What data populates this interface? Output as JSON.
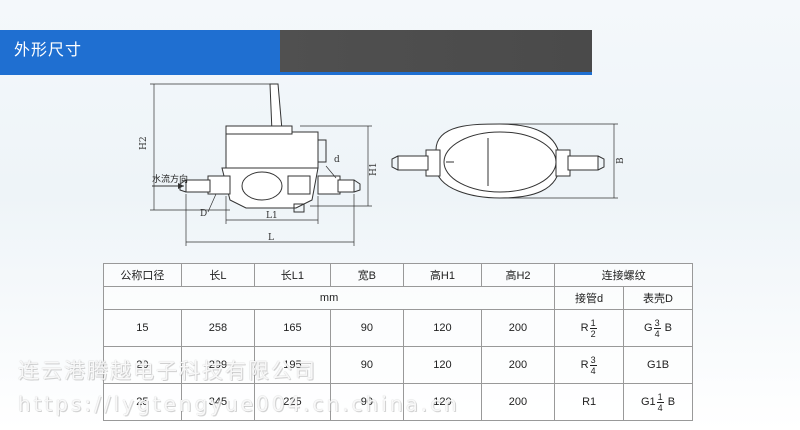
{
  "header": {
    "title": "外形尺寸"
  },
  "drawing": {
    "flow_label": "水流方向",
    "dims": {
      "H2": "H2",
      "H1": "H1",
      "L1": "L1",
      "L": "L",
      "D": "D",
      "d": "d",
      "B": "B"
    }
  },
  "table": {
    "headers": [
      "公称口径",
      "长L",
      "长L1",
      "宽B",
      "高H1",
      "高H2",
      "连接螺纹"
    ],
    "unit": "mm",
    "sub_headers": [
      "接管d",
      "表壳D"
    ],
    "rows": [
      {
        "dn": "15",
        "L": "258",
        "L1": "165",
        "B": "90",
        "H1": "120",
        "H2": "200",
        "pipe": {
          "prefix": "R",
          "num": "1",
          "den": "2",
          "suffix": ""
        },
        "case": {
          "prefix": "G",
          "num": "3",
          "den": "4",
          "suffix": "B"
        }
      },
      {
        "dn": "20",
        "L": "299",
        "L1": "195",
        "B": "90",
        "H1": "120",
        "H2": "200",
        "pipe": {
          "prefix": "R",
          "num": "3",
          "den": "4",
          "suffix": ""
        },
        "case_text": "G1B"
      },
      {
        "dn": "25",
        "L": "345",
        "L1": "225",
        "B": "90",
        "H1": "120",
        "H2": "200",
        "pipe_text": "R1",
        "case": {
          "prefix": "G1",
          "num": "1",
          "den": "4",
          "suffix": "B"
        }
      }
    ]
  },
  "watermark": {
    "company": "连云港腾越电子科技有限公司",
    "url": "https://lygtengyue004.cn.china.cn"
  },
  "colors": {
    "accent": "#1f6fd1",
    "bar": "#4a4a4a"
  }
}
